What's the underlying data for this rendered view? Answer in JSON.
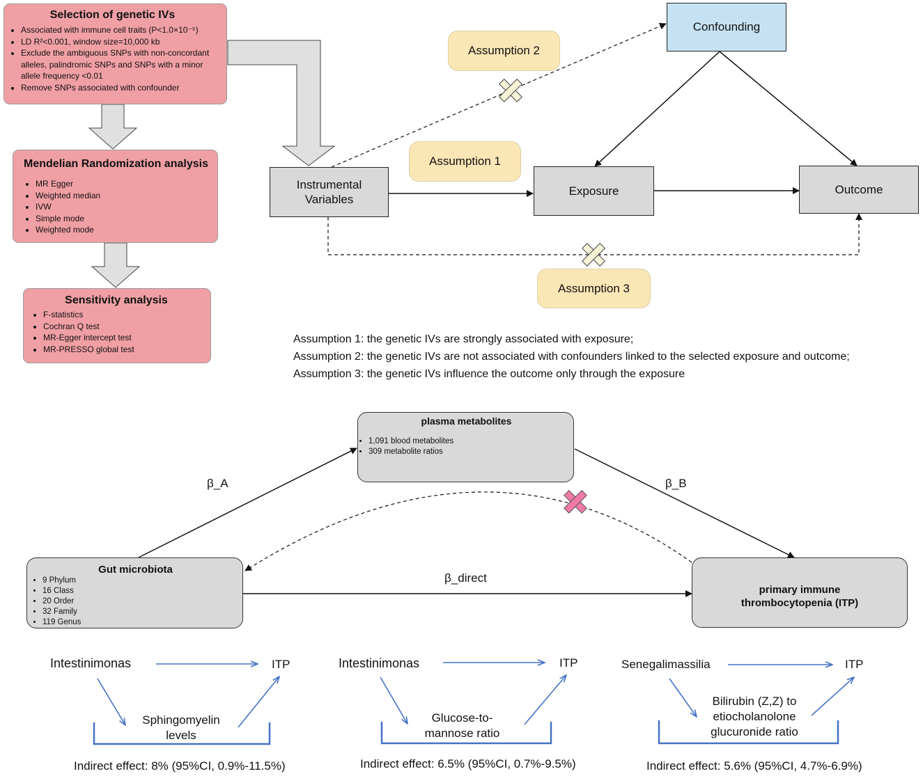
{
  "selection": {
    "title": "Selection of genetic IVs",
    "items": [
      "Associated with immune cell traits (P<1.0×10⁻⁵)",
      "LD R²<0.001, window size=10,000 kb",
      "Exclude the ambiguous SNPs with non-concordant alleles, palindromic SNPs and SNPs with a minor allele frequency <0.01",
      "Remove SNPs associated with confounder"
    ]
  },
  "mr_analysis": {
    "title": "Mendelian Randomization analysis",
    "items": [
      "MR Egger",
      "Weighted median",
      "IVW",
      "Simple mode",
      "Weighted mode"
    ]
  },
  "sensitivity": {
    "title": "Sensitivity analysis",
    "items": [
      "F-statistics",
      "Cochran Q test",
      "MR-Egger intercept test",
      "MR-PRESSO global test"
    ]
  },
  "iv_diagram": {
    "confounding": "Confounding",
    "instrumental": "Instrumental Variables",
    "exposure": "Exposure",
    "outcome": "Outcome",
    "assumption1": "Assumption 1",
    "assumption2": "Assumption 2",
    "assumption3": "Assumption 3"
  },
  "assumption_notes": [
    "Assumption 1: the genetic IVs are strongly associated with exposure;",
    "Assumption 2: the genetic IVs are not associated with confounders linked to the selected exposure and outcome;",
    "Assumption 3: the genetic IVs influence the outcome only through the exposure"
  ],
  "mediation": {
    "metabolites_title": "plasma metabolites",
    "metabolites_items": [
      "1,091 blood metabolites",
      "309 metabolite ratios"
    ],
    "gut_title": "Gut microbiota",
    "gut_items": [
      "9 Phylum",
      "16 Class",
      "20 Order",
      "32 Family",
      "119 Genus"
    ],
    "itp_title": "primary immune thrombocytopenia (ITP)",
    "beta_a": "β_A",
    "beta_b": "β_B",
    "beta_direct": "β_direct"
  },
  "examples": [
    {
      "exposure": "Intestinimonas",
      "outcome": "ITP",
      "mediator": "Sphingomyelin levels",
      "effect": "Indirect effect: 8% (95%CI, 0.9%-11.5%)"
    },
    {
      "exposure": "Intestinimonas",
      "outcome": "ITP",
      "mediator": "Glucose-to-mannose ratio",
      "effect": "Indirect effect: 6.5% (95%CI, 0.7%-9.5%)"
    },
    {
      "exposure": "Senegalimassilia",
      "outcome": "ITP",
      "mediator": "Bilirubin (Z,Z) to etiocholanolone glucuronide ratio",
      "effect": "Indirect effect: 5.6% (95%CI, 4.7%-6.9%)"
    }
  ],
  "colors": {
    "red_box": "#f0a0a4",
    "gray_box": "#d9d9d9",
    "yellow_box": "#fbe6b6",
    "blue_box": "#c6e2f2",
    "arrow_blue": "#4472c4",
    "pink_cross": "#f07aa8",
    "cream_cross": "#f7f3d6"
  }
}
